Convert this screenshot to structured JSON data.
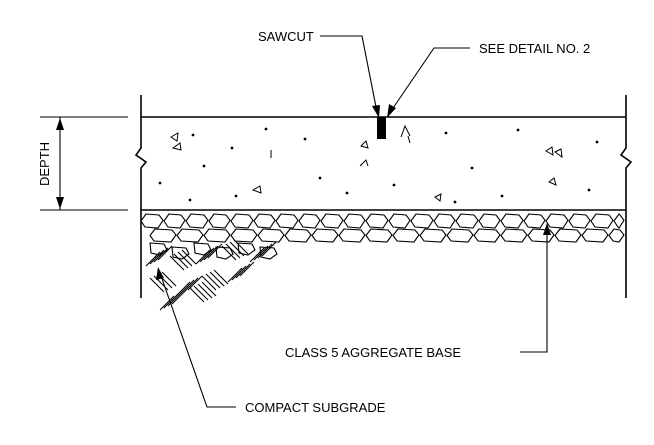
{
  "labels": {
    "sawcut": "SAWCUT",
    "see_detail": "SEE DETAIL NO. 2",
    "depth": "DEPTH",
    "aggregate_base": "CLASS 5 AGGREGATE BASE",
    "subgrade": "COMPACT SUBGRADE"
  },
  "colors": {
    "line": "#000000",
    "background": "#ffffff"
  }
}
